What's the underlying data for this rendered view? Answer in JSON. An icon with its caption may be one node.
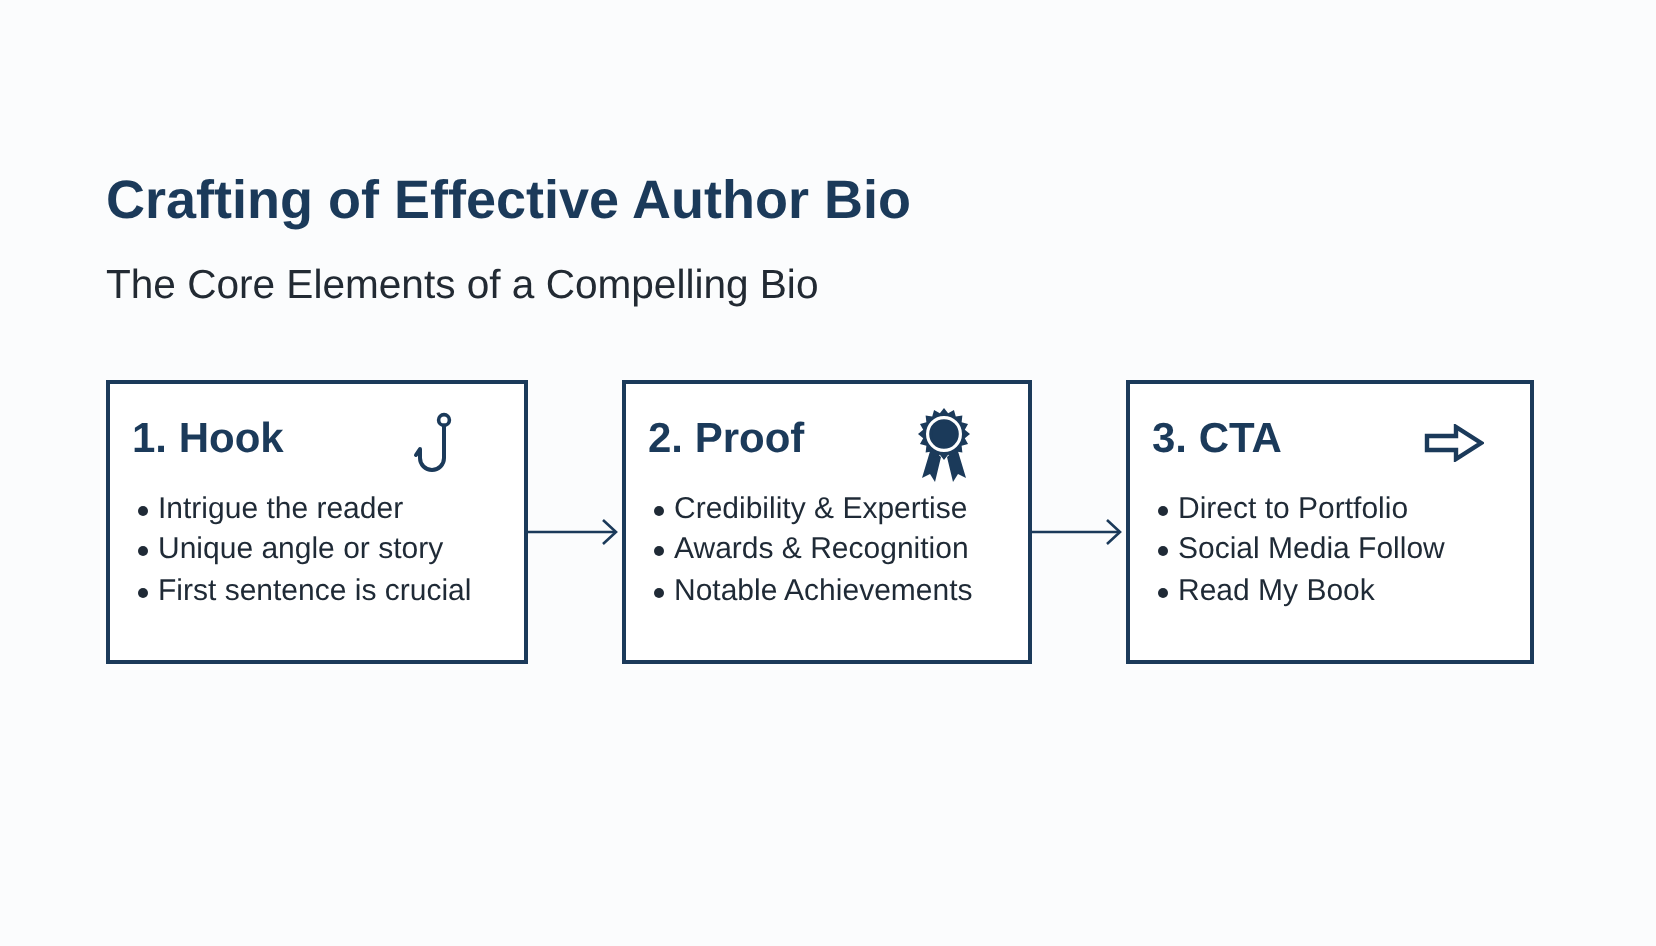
{
  "diagram": {
    "title": "Crafting of Effective Author Bio",
    "nodes": [
      {
        "text": [
          "1. Hook",
          "Intrigue the reader",
          "Unique angle or story",
          "First sentence is crucial"
        ]
      },
      {
        "text": [
          "2. Proof",
          "Credibility & Expertise",
          "Awards & Recognition",
          "Notable Achievements"
        ]
      },
      {
        "text": [
          "3. CTA",
          "Direct to Portfolio",
          "Social Media Follow",
          "Read My Book"
        ]
      }
    ],
    "edges": [
      {
        "from": 0,
        "to": 1,
        "arrow": "to"
      },
      {
        "from": 1,
        "to": 2,
        "arrow": "to"
      }
    ],
    "labels": [
      "The Core Elements of a Compelling Bio"
    ]
  }
}
